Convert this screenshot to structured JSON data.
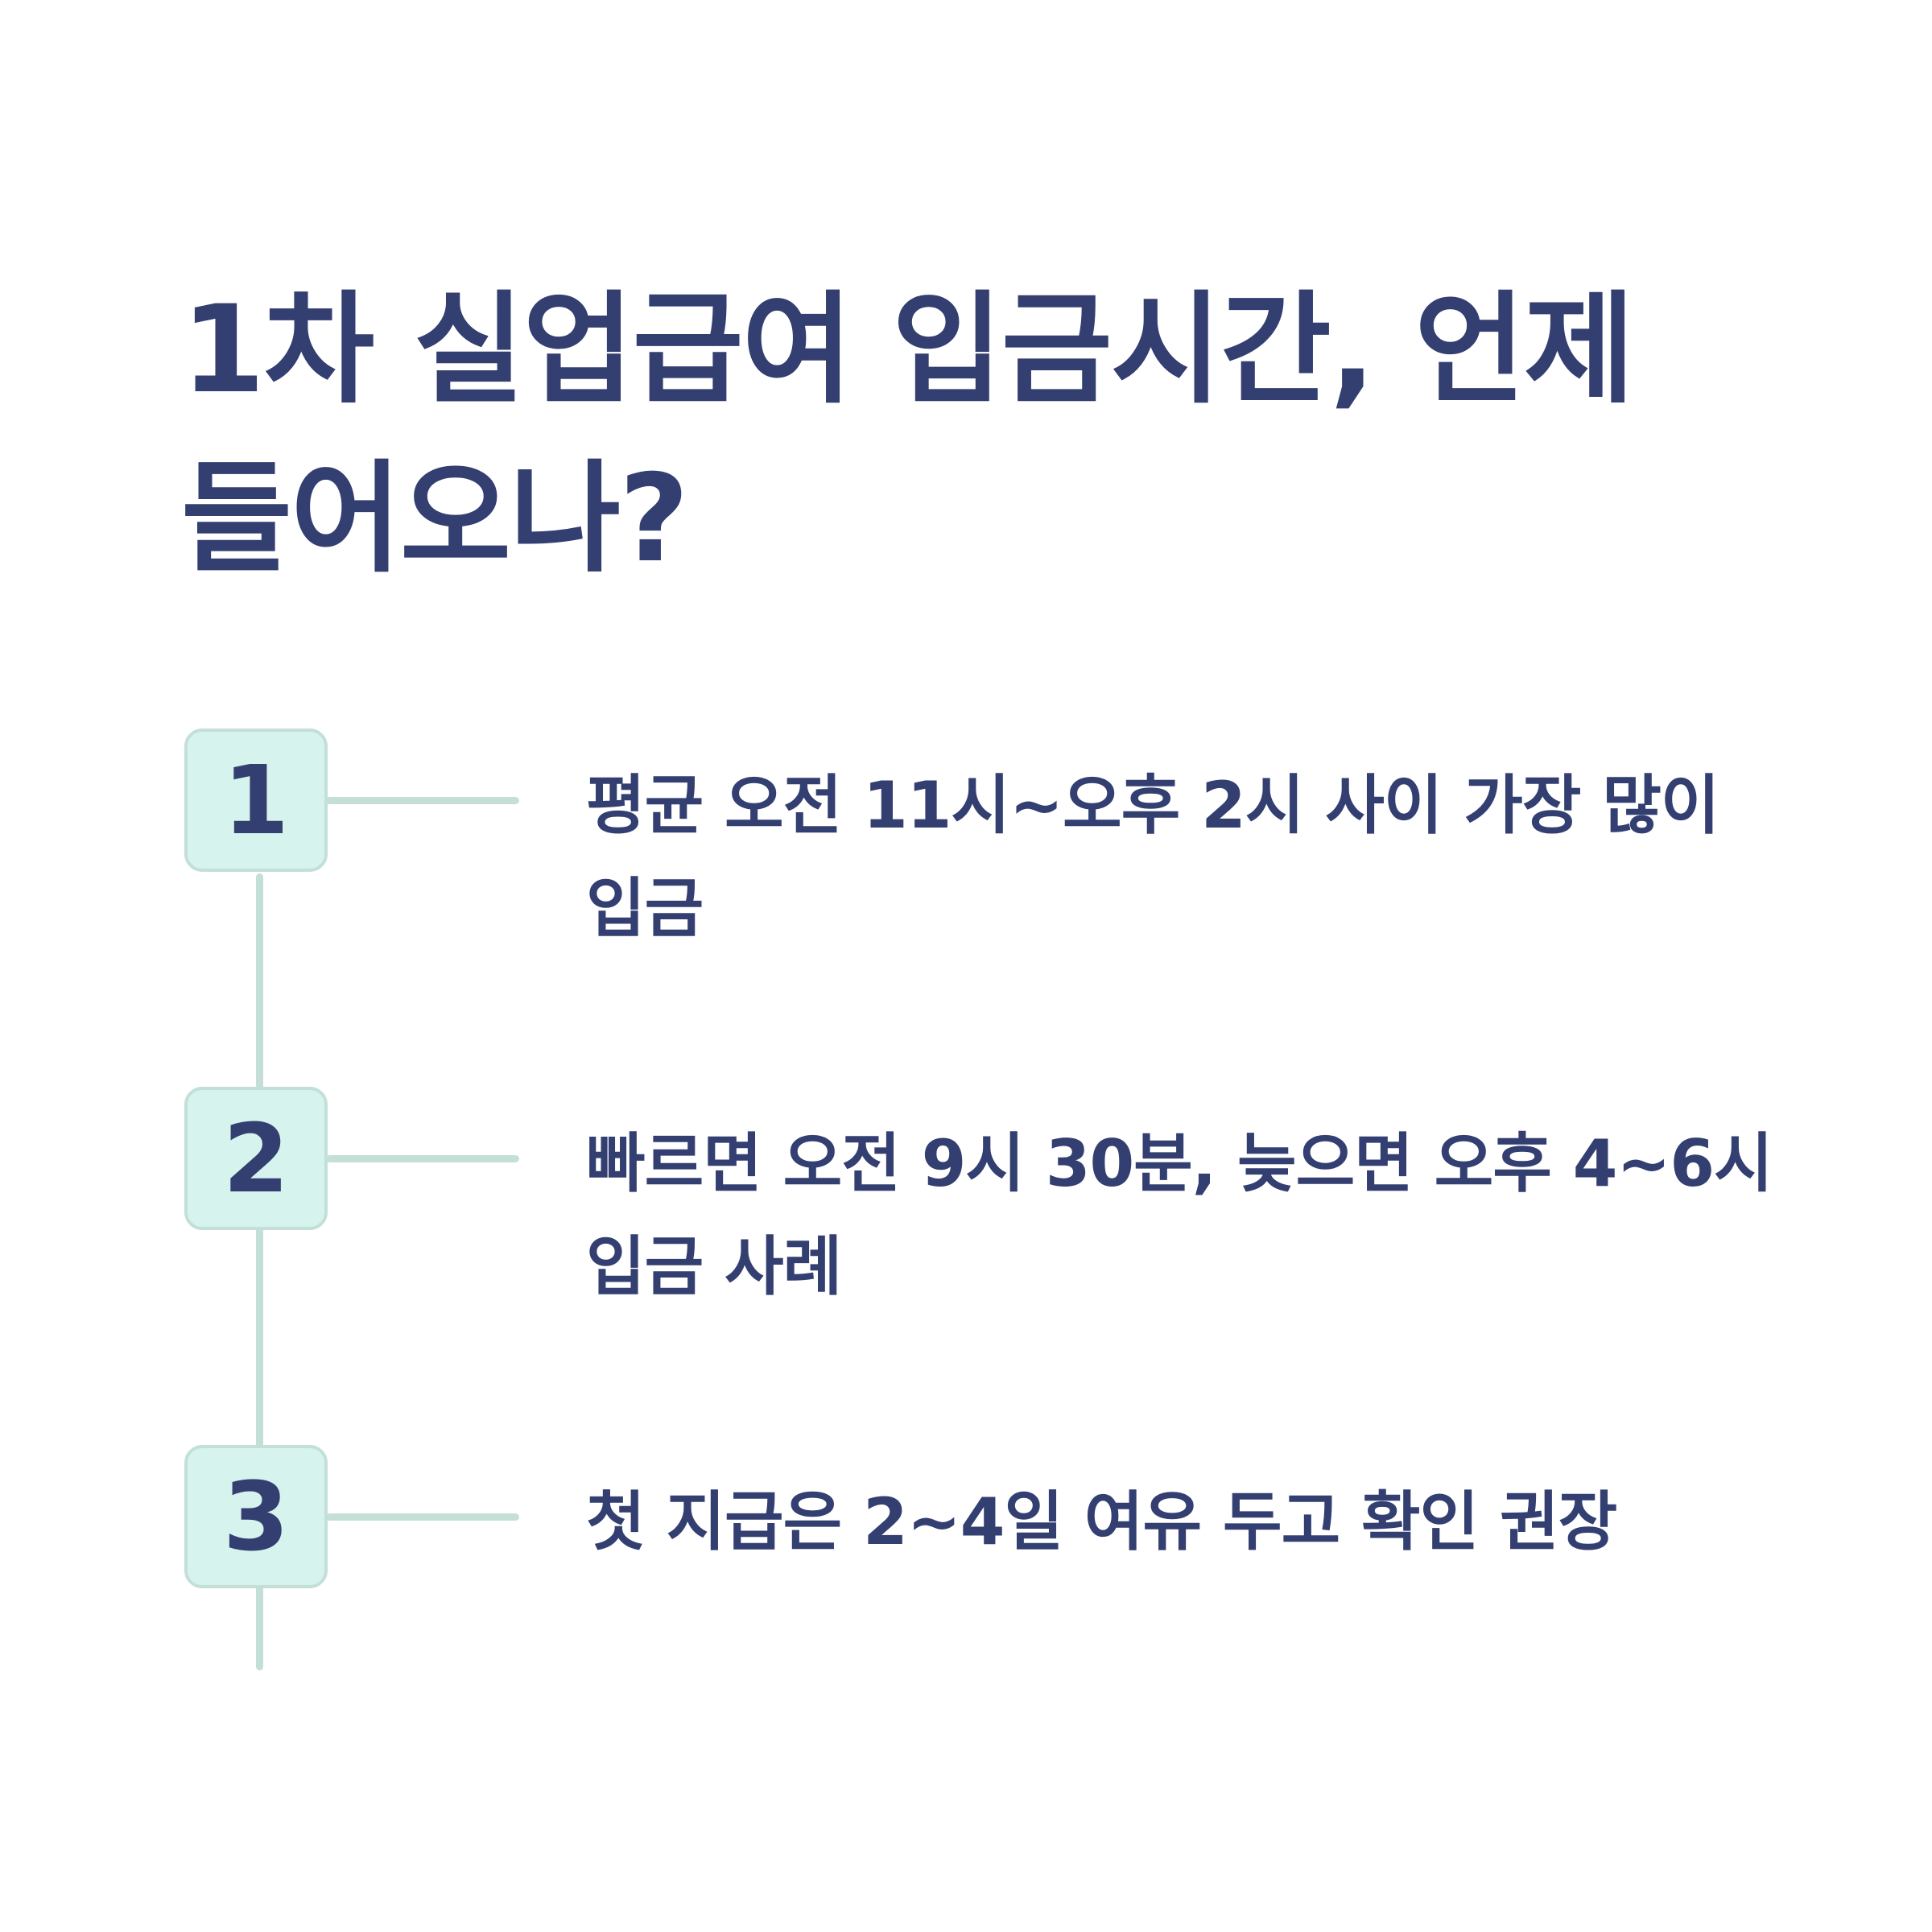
{
  "title": "1차 실업급여 입금시간, 언제 들어오나?",
  "steps": [
    {
      "number": "1",
      "text": "평균 오전 11시~오후 2시 사이 가장 많이 입금"
    },
    {
      "number": "2",
      "text": "빠르면 오전 9시 30분, 늦으면 오후 4~6시 입금 사례"
    },
    {
      "number": "3",
      "text": "첫 지급은 2~4일 여유 두고 확인 권장"
    }
  ],
  "colors": {
    "text": "#333f70",
    "box_fill": "#d6f3ee",
    "line": "#c3dfd8",
    "background": "#ffffff"
  }
}
